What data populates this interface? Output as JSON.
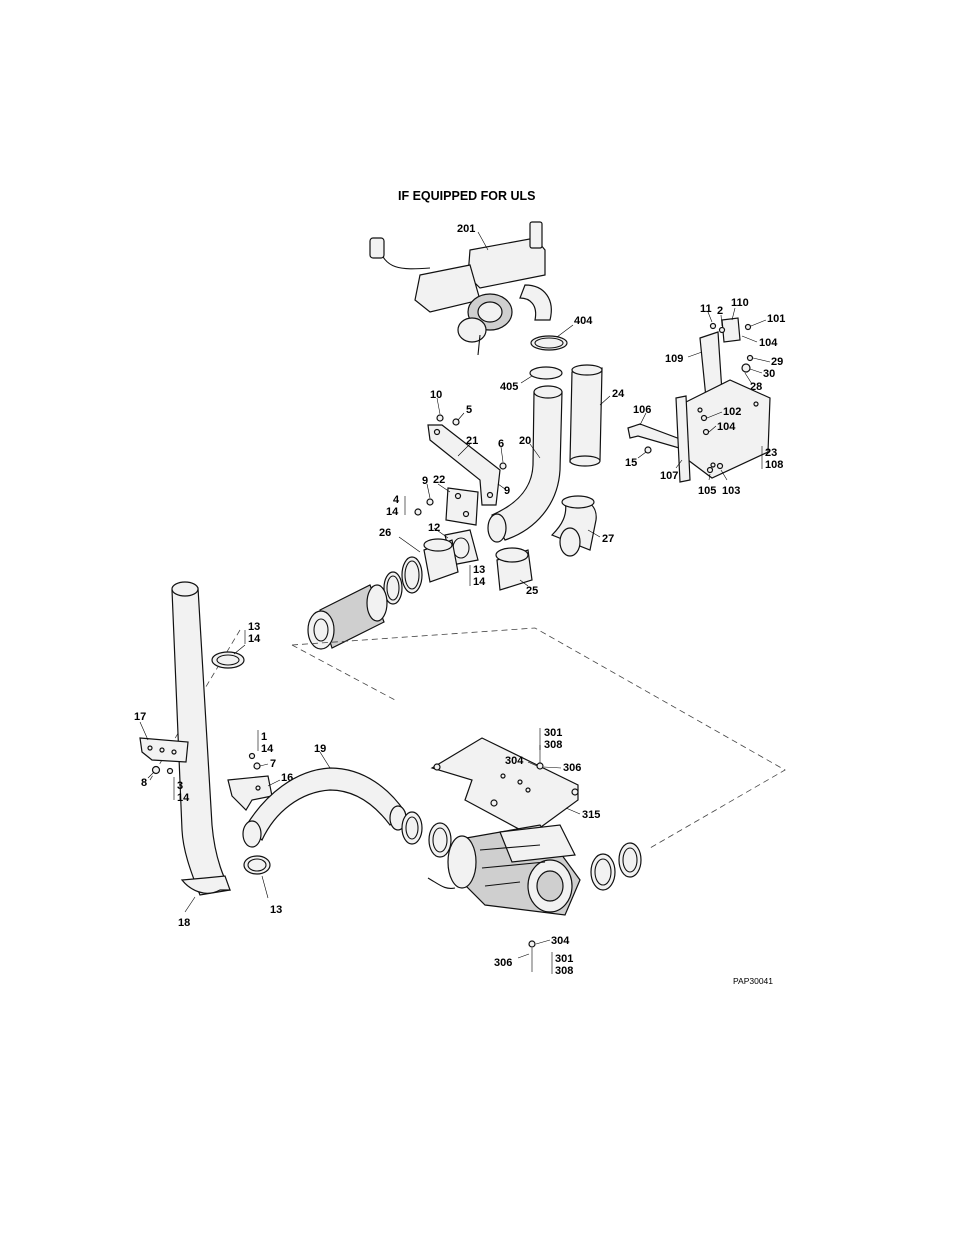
{
  "title": "IF EQUIPPED FOR ULS",
  "figure_code": "PAP30041",
  "callouts": {
    "c201": "201",
    "c404": "404",
    "c405": "405",
    "c24": "24",
    "c20": "20",
    "c10": "10",
    "c5": "5",
    "c21": "21",
    "c6": "6",
    "c9a": "9",
    "c9b": "9",
    "c22": "22",
    "c4": "4",
    "c14a": "14",
    "c12": "12",
    "c26": "26",
    "c13a": "13",
    "c14b": "14",
    "c25": "25",
    "c27": "27",
    "c11": "11",
    "c2": "2",
    "c110": "110",
    "c101": "101",
    "c104a": "104",
    "c109": "109",
    "c29": "29",
    "c30": "30",
    "c28": "28",
    "c106": "106",
    "c102": "102",
    "c104b": "104",
    "c15": "15",
    "c107": "107",
    "c23": "23",
    "c108": "108",
    "c105": "105",
    "c103": "103",
    "c13b": "13",
    "c14c": "14",
    "c17": "17",
    "c1": "1",
    "c14d": "14",
    "c7": "7",
    "c8": "8",
    "c3": "3",
    "c14e": "14",
    "c16": "16",
    "c19": "19",
    "c13c": "13",
    "c18": "18",
    "c301a": "301",
    "c308a": "308",
    "c304a": "304",
    "c306a": "306",
    "c315": "315",
    "c304b": "304",
    "c306b": "306",
    "c301b": "301",
    "c308b": "308"
  }
}
